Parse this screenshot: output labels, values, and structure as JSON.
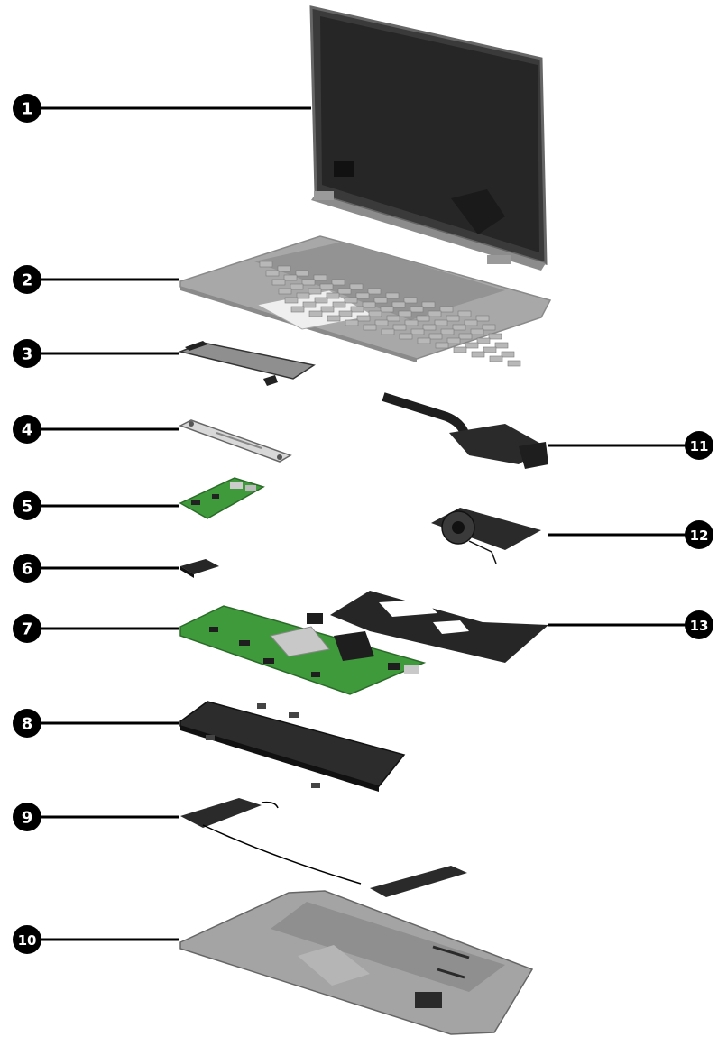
{
  "callouts": [
    {
      "id": 1,
      "label": "1"
    },
    {
      "id": 2,
      "label": "2"
    },
    {
      "id": 3,
      "label": "3"
    },
    {
      "id": 4,
      "label": "4"
    },
    {
      "id": 5,
      "label": "5"
    },
    {
      "id": 6,
      "label": "6"
    },
    {
      "id": 7,
      "label": "7"
    },
    {
      "id": 8,
      "label": "8"
    },
    {
      "id": 9,
      "label": "9"
    },
    {
      "id": 10,
      "label": "10"
    },
    {
      "id": 11,
      "label": "11"
    },
    {
      "id": 12,
      "label": "12"
    },
    {
      "id": 13,
      "label": "13"
    }
  ],
  "colors": {
    "callout_fill": "#000000",
    "callout_text": "#ffffff",
    "chassis_gray": "#9a9a9a",
    "display_dark": "#2b2b2b",
    "board_green": "#3f9a3c",
    "part_black": "#262626"
  }
}
